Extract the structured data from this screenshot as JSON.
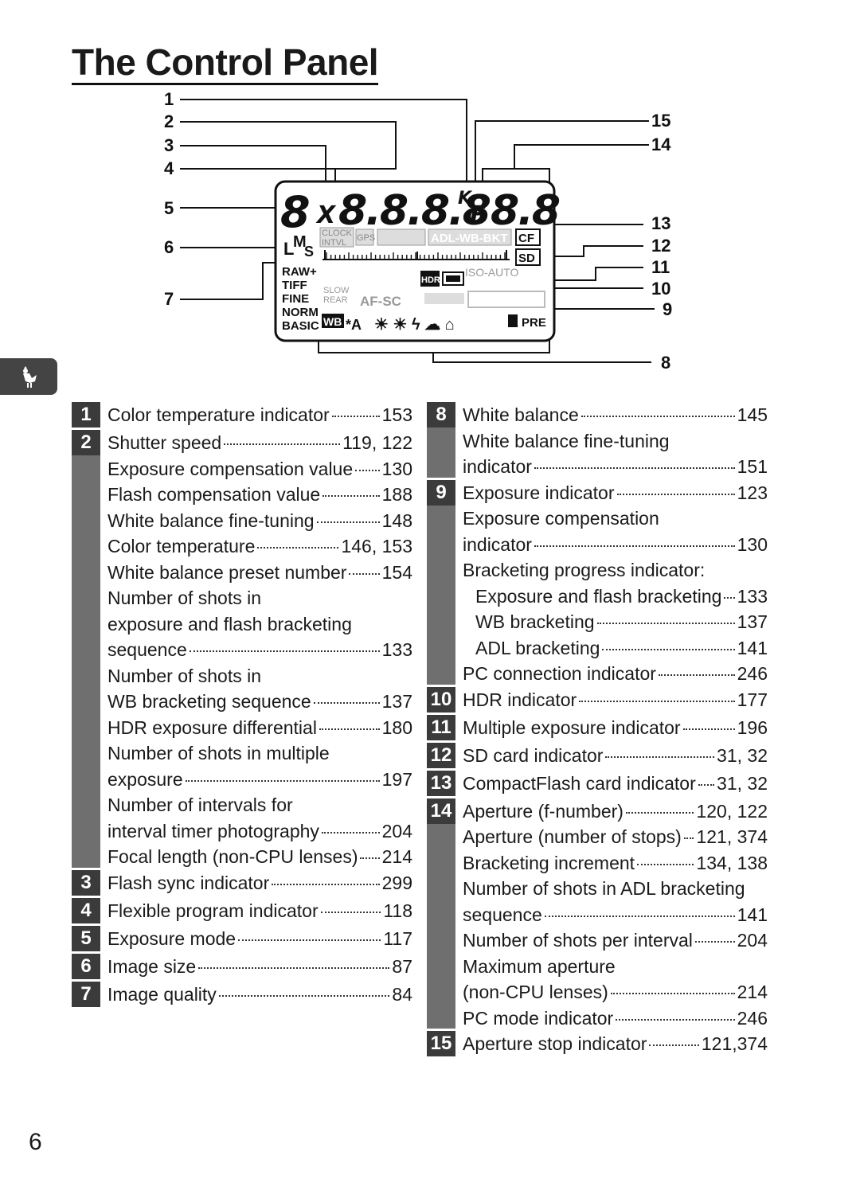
{
  "title": "The Control Panel",
  "page_number": "6",
  "side_tab_icon": "rooster-icon",
  "diagram": {
    "callouts": [
      "1",
      "2",
      "3",
      "4",
      "5",
      "6",
      "7",
      "8",
      "9",
      "10",
      "11",
      "12",
      "13",
      "14",
      "15"
    ],
    "lcd": {
      "main_digits": "8.8.8.8",
      "aperture_digits": "8.8",
      "mode_digit": "8",
      "icons": {
        "clock": "CLOCK",
        "intvl": "INTVL",
        "gps": "GPS",
        "adl_wb_bkt": "ADL-WB-BKT",
        "cf": "CF",
        "sd": "SD",
        "iso_auto": "ISO-AUTO",
        "hdr": "HDR",
        "slow": "SLOW",
        "rear": "REAR",
        "afsc": "AF-SC",
        "raw": "RAW+",
        "tiff": "TIFF",
        "fine": "FINE",
        "norm": "NORM",
        "basic": "BASIC",
        "wb": "WB",
        "kpre": "K PRE",
        "size_l": "L",
        "size_m": "M",
        "size_s": "S",
        "k": "K",
        "f": "F",
        "x": "X"
      }
    }
  },
  "left_column": [
    {
      "num": "1",
      "lines": [
        {
          "label": "Color temperature indicator",
          "page": "153"
        }
      ]
    },
    {
      "num": "2",
      "lines": [
        {
          "label": "Shutter speed",
          "page": "119, 122"
        },
        {
          "label": "Exposure compensation value",
          "page": "130"
        },
        {
          "label": "Flash compensation value",
          "page": "188"
        },
        {
          "label": "White balance fine-tuning",
          "page": "148"
        },
        {
          "label": "Color temperature",
          "page": "146, 153"
        },
        {
          "label": "White balance preset number",
          "page": "154"
        },
        {
          "label": "Number of shots in",
          "page": ""
        },
        {
          "label": "exposure and flash bracketing",
          "page": ""
        },
        {
          "label": "sequence",
          "page": "133"
        },
        {
          "label": "Number of shots in",
          "page": ""
        },
        {
          "label": "WB bracketing sequence",
          "page": "137"
        },
        {
          "label": "HDR exposure differential",
          "page": "180"
        },
        {
          "label": "Number of shots in multiple",
          "page": ""
        },
        {
          "label": "exposure",
          "page": "197"
        },
        {
          "label": "Number of intervals for",
          "page": ""
        },
        {
          "label": "interval timer photography",
          "page": "204"
        },
        {
          "label": "Focal length (non-CPU lenses)",
          "page": "214"
        }
      ]
    },
    {
      "num": "3",
      "lines": [
        {
          "label": "Flash sync indicator",
          "page": "299"
        }
      ]
    },
    {
      "num": "4",
      "lines": [
        {
          "label": "Flexible program indicator",
          "page": "118"
        }
      ]
    },
    {
      "num": "5",
      "lines": [
        {
          "label": "Exposure mode",
          "page": "117"
        }
      ]
    },
    {
      "num": "6",
      "lines": [
        {
          "label": "Image size",
          "page": "87"
        }
      ]
    },
    {
      "num": "7",
      "lines": [
        {
          "label": "Image quality",
          "page": "84"
        }
      ]
    }
  ],
  "right_column": [
    {
      "num": "8",
      "lines": [
        {
          "label": "White balance",
          "page": "145"
        },
        {
          "label": "White balance fine-tuning",
          "page": ""
        },
        {
          "label": "indicator",
          "page": "151"
        }
      ]
    },
    {
      "num": "9",
      "lines": [
        {
          "label": "Exposure indicator",
          "page": "123"
        },
        {
          "label": "Exposure compensation",
          "page": ""
        },
        {
          "label": "indicator",
          "page": "130"
        },
        {
          "label": "Bracketing progress indicator:",
          "page": ""
        },
        {
          "label": "Exposure and flash bracketing",
          "page": "133",
          "sub": true
        },
        {
          "label": "WB bracketing",
          "page": "137",
          "sub": true
        },
        {
          "label": "ADL bracketing",
          "page": "141",
          "sub": true
        },
        {
          "label": "PC connection indicator",
          "page": "246"
        }
      ]
    },
    {
      "num": "10",
      "lines": [
        {
          "label": "HDR indicator",
          "page": "177"
        }
      ]
    },
    {
      "num": "11",
      "lines": [
        {
          "label": "Multiple exposure indicator",
          "page": "196"
        }
      ]
    },
    {
      "num": "12",
      "lines": [
        {
          "label": "SD card indicator",
          "page": "31, 32"
        }
      ]
    },
    {
      "num": "13",
      "lines": [
        {
          "label": "CompactFlash card indicator",
          "page": "31, 32"
        }
      ]
    },
    {
      "num": "14",
      "lines": [
        {
          "label": "Aperture (f-number)",
          "page": "120, 122"
        },
        {
          "label": "Aperture (number of stops)",
          "page": "121, 374"
        },
        {
          "label": "Bracketing increment",
          "page": "134, 138"
        },
        {
          "label": "Number of shots in ADL bracketing",
          "page": ""
        },
        {
          "label": "sequence",
          "page": "141"
        },
        {
          "label": "Number of shots per interval",
          "page": "204"
        },
        {
          "label": "Maximum aperture",
          "page": ""
        },
        {
          "label": "(non-CPU lenses)",
          "page": "214"
        },
        {
          "label": "PC mode indicator",
          "page": "246"
        }
      ]
    },
    {
      "num": "15",
      "lines": [
        {
          "label": "Aperture stop indicator",
          "page": "121,374"
        }
      ]
    }
  ]
}
